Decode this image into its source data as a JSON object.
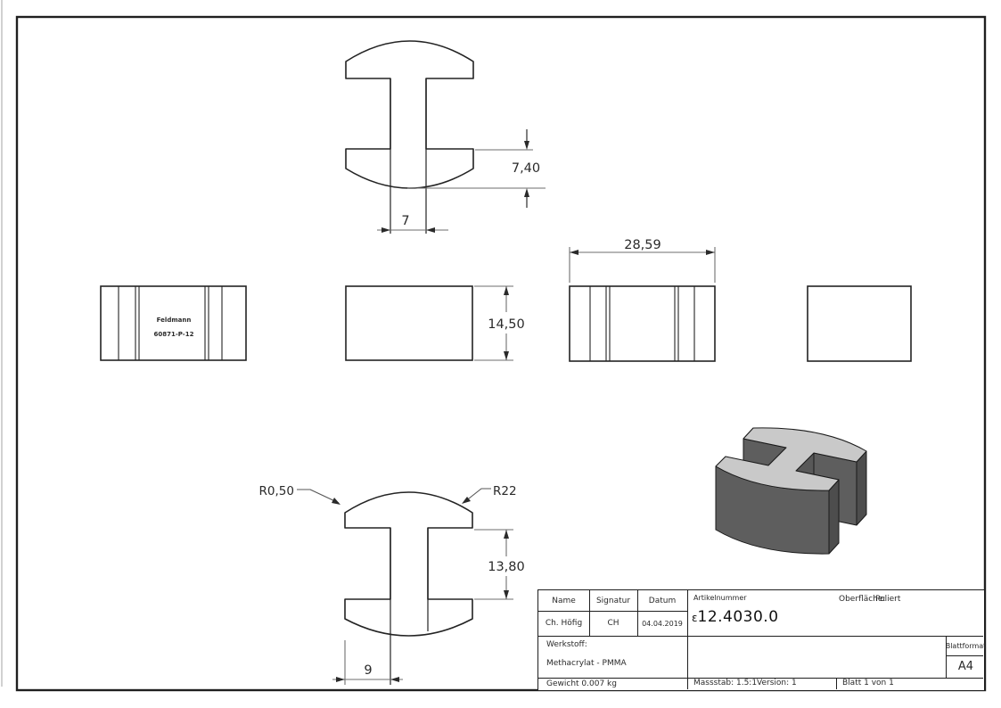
{
  "drawing": {
    "dimensions": {
      "flange_thickness": "7,40",
      "web_width": "7",
      "height": "14,50",
      "overall_width": "28,59",
      "corner_radius": "R0,50",
      "face_radius": "R22",
      "notch_height": "13,80",
      "flange_edge_offset": "9"
    },
    "stamp": {
      "line1": "Feldmann",
      "line2": "60871-P-12"
    }
  },
  "title_block": {
    "name_label": "Name",
    "signatur_label": "Signatur",
    "datum_label": "Datum",
    "name_value": "Ch. Höfig",
    "signatur_value": "CH",
    "datum_value": "04.04.2019",
    "artikelnummer_label": "Artikelnummer",
    "artikelnummer_prefix": "ε",
    "artikelnummer_value": "12.4030.0",
    "oberflaeche_label": "Oberfläche:",
    "oberflaeche_value": "Poliert",
    "werkstoff_label": "Werkstoff:",
    "werkstoff_value": "Methacrylat - PMMA",
    "blattformat_label": "Blattformat",
    "blattformat_value": "A4",
    "gewicht": "Gewicht 0.007 kg",
    "massstab": "Massstab: 1.5:1",
    "version": "Version: 1",
    "blatt": "Blatt 1 von 1"
  },
  "colors": {
    "line": "#232323",
    "dim_line": "#6e6e6e",
    "iso_top": "#c9c9c9",
    "iso_front": "#5e5e5e",
    "iso_side": "#525252",
    "iso_end": "#4d4d4d",
    "iso_web": "#676767"
  }
}
